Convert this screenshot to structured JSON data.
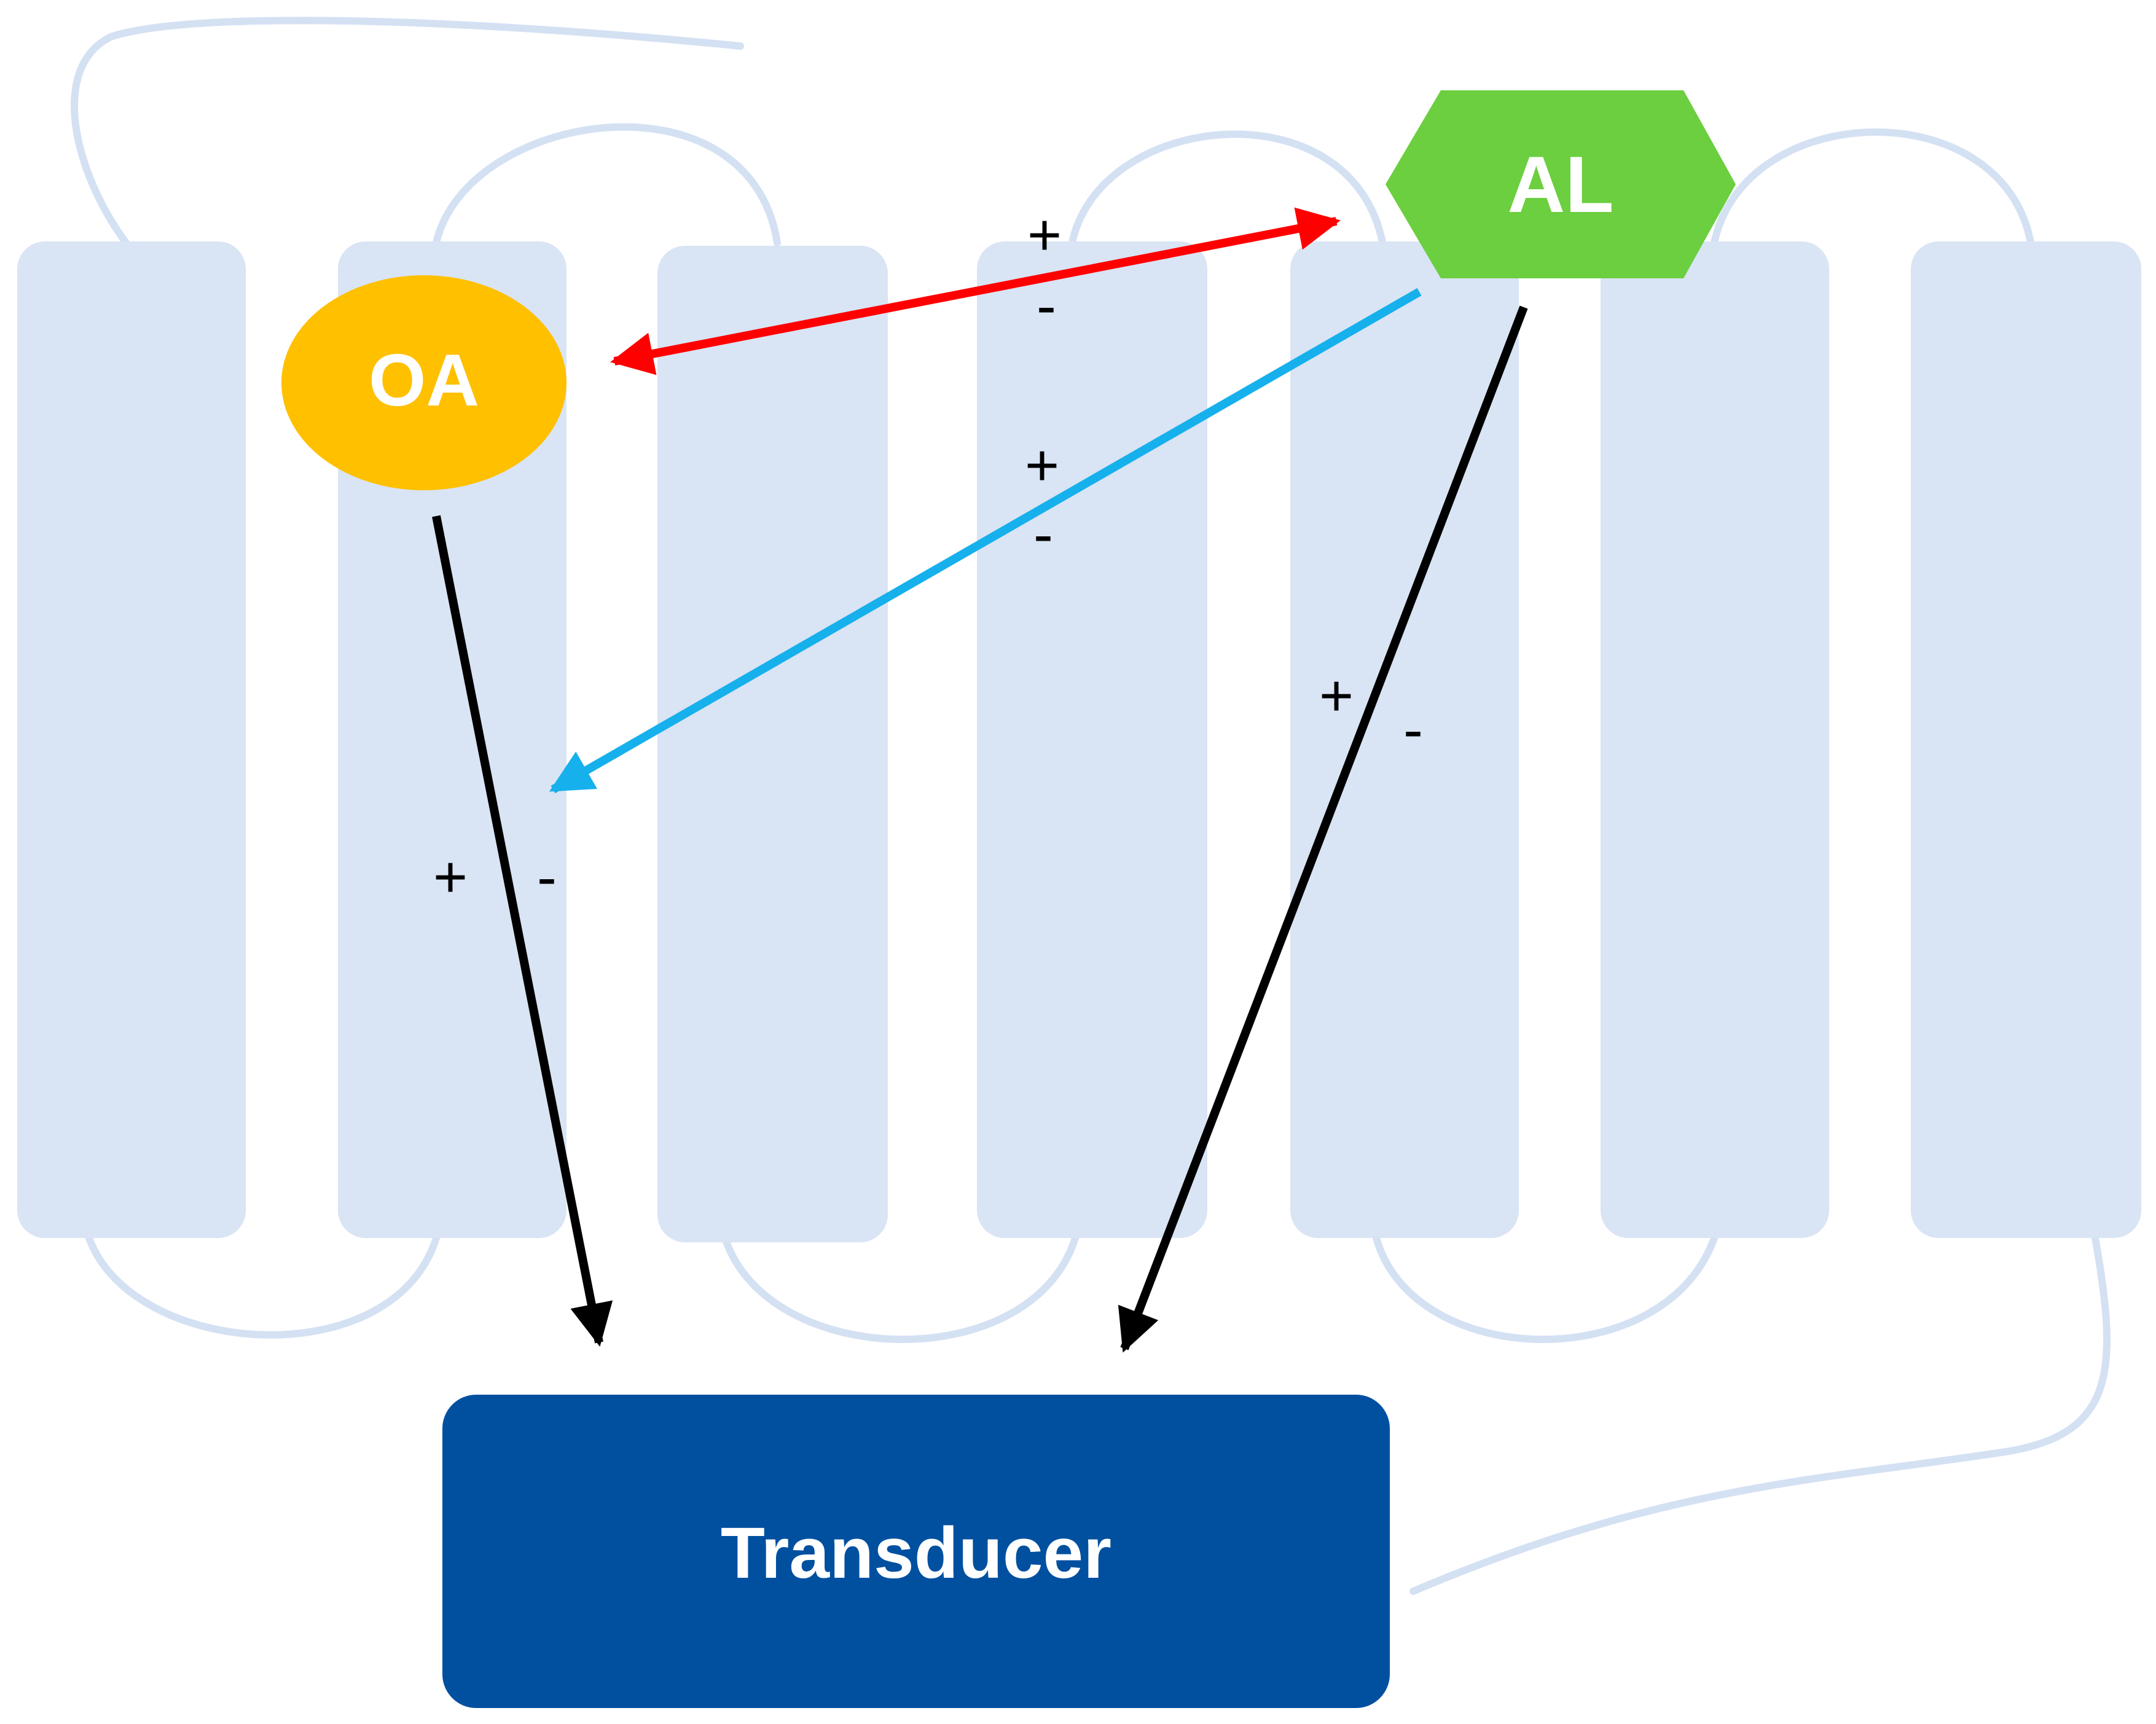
{
  "nodes": {
    "orthosteric_agonist": {
      "label": "OA",
      "color": "#ffc000"
    },
    "allosteric_ligand": {
      "label": "AL",
      "color": "#6bcf3f"
    },
    "transducer": {
      "label": "Transducer",
      "color": "#0050a0"
    }
  },
  "colors": {
    "receptor_helix": "#d9e4f4",
    "receptor_loop": "#d4e1f3",
    "cooperativity_arrow": "#ff0000",
    "modulation_arrow": "#16b0ec",
    "signaling_arrow": "#000000"
  },
  "edges": [
    {
      "from": "allosteric_ligand",
      "to": "orthosteric_agonist",
      "color_key": "cooperativity_arrow",
      "bidirectional": true,
      "plus": "+",
      "minus": "-"
    },
    {
      "from": "allosteric_ligand",
      "to": "orthosteric_agonist_efficacy",
      "color_key": "modulation_arrow",
      "bidirectional": false,
      "plus": "+",
      "minus": "-"
    },
    {
      "from": "orthosteric_agonist",
      "to": "transducer",
      "color_key": "signaling_arrow",
      "bidirectional": false,
      "plus": "+",
      "minus": "-"
    },
    {
      "from": "allosteric_ligand",
      "to": "transducer",
      "color_key": "signaling_arrow",
      "bidirectional": false,
      "plus": "+",
      "minus": "-"
    }
  ],
  "receptor": {
    "transmembrane_helices": 7
  }
}
